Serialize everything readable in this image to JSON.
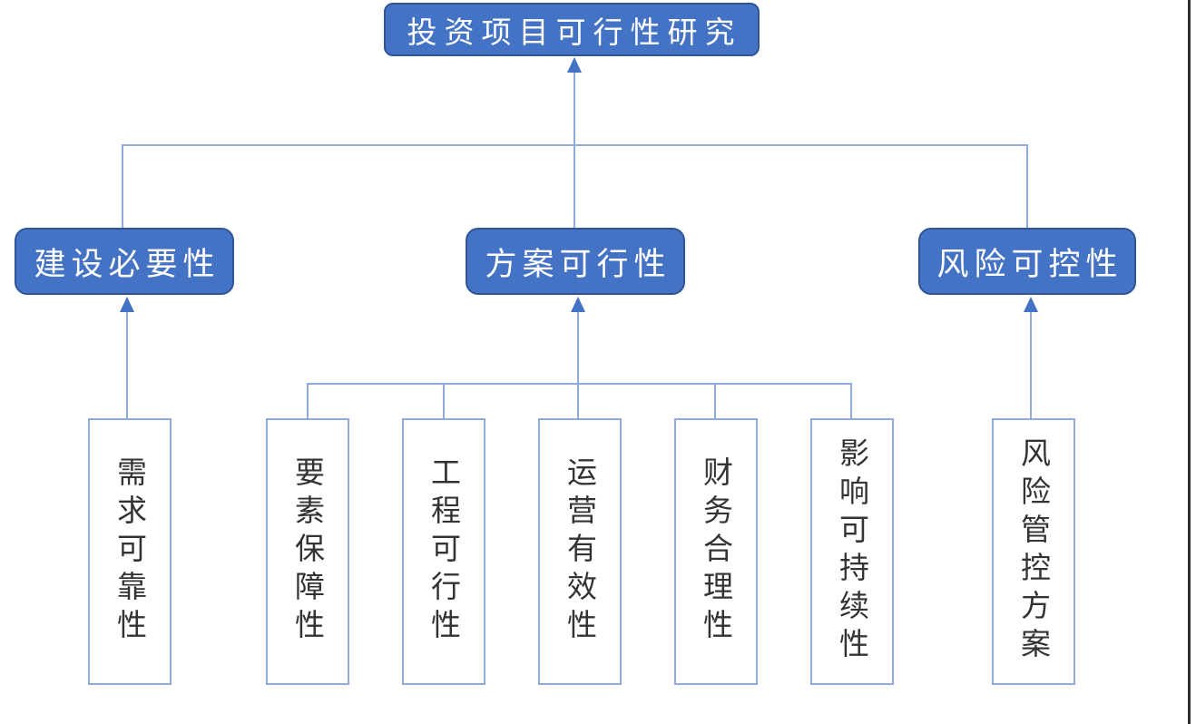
{
  "diagram": {
    "root": {
      "label": "投资项目可行性研究"
    },
    "level2": [
      {
        "label": "建设必要性"
      },
      {
        "label": "方案可行性"
      },
      {
        "label": "风险可控性"
      }
    ],
    "leaves": [
      {
        "label": "需求可靠性",
        "parent": "建设必要性"
      },
      {
        "label": "要素保障性",
        "parent": "方案可行性"
      },
      {
        "label": "工程可行性",
        "parent": "方案可行性"
      },
      {
        "label": "运营有效性",
        "parent": "方案可行性"
      },
      {
        "label": "财务合理性",
        "parent": "方案可行性"
      },
      {
        "label": "影响可持续性",
        "parent": "方案可行性"
      },
      {
        "label": "风险管控方案",
        "parent": "风险可控性"
      }
    ],
    "colors": {
      "node_fill": "#4472C4",
      "node_border": "#2F5597",
      "node_text": "#FFFFFF",
      "leaf_fill": "#FFFFFF",
      "leaf_border": "#8FAADC",
      "leaf_text": "#333333",
      "connector": "#8FAADC",
      "arrowhead": "#4472C4"
    }
  }
}
